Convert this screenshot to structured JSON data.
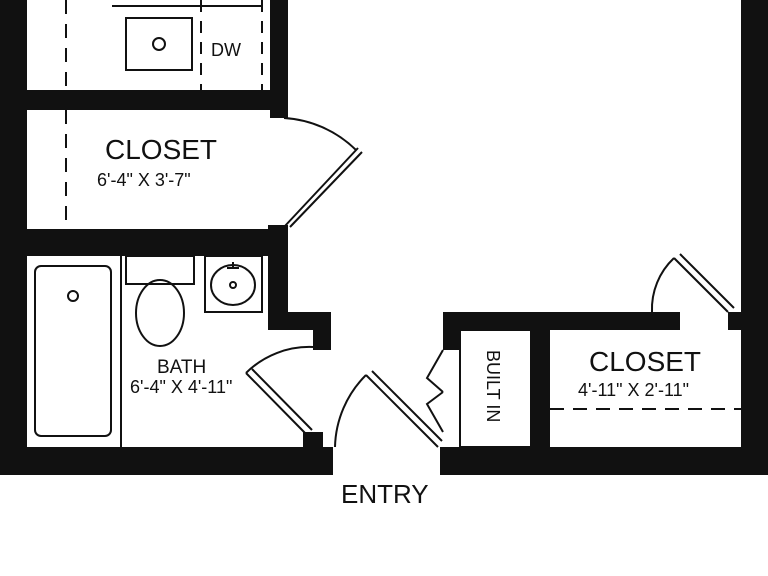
{
  "rooms": {
    "closet_upper": {
      "name": "CLOSET",
      "dims": "6'-4\" X 3'-7\""
    },
    "bath": {
      "name": "BATH",
      "dims": "6'-4\" X 4'-11\""
    },
    "closet_right": {
      "name": "CLOSET",
      "dims": "4'-11\" X 2'-11\""
    },
    "built_in": {
      "name": "BUILT IN"
    }
  },
  "fixtures": {
    "dishwasher": "DW"
  },
  "entry": {
    "label": "ENTRY"
  },
  "colors": {
    "wall": "#111111",
    "background": "#ffffff",
    "line": "#111111"
  }
}
